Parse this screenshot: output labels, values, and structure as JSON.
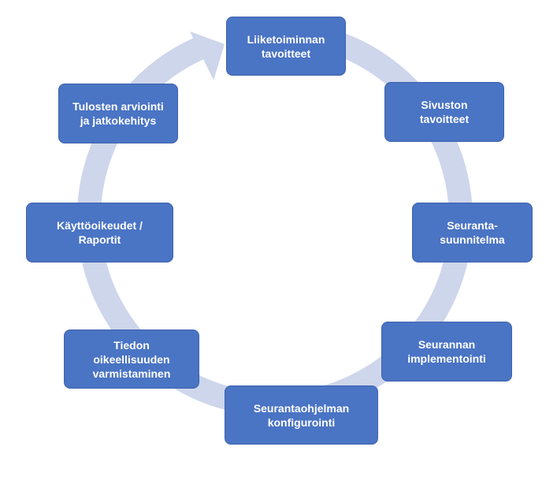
{
  "diagram": {
    "ring_color": "#ced6ec",
    "box_color": "#4a74c4",
    "text_color": "#ffffff",
    "steps": [
      {
        "lines": [
          "Liiketoiminnan",
          "tavoitteet"
        ]
      },
      {
        "lines": [
          "Sivuston",
          "tavoitteet"
        ]
      },
      {
        "lines": [
          "Seuranta-",
          "suunnitelma"
        ]
      },
      {
        "lines": [
          "Seurannan",
          "implementointi"
        ]
      },
      {
        "lines": [
          "Seurantaohjelman",
          "konfigurointi"
        ]
      },
      {
        "lines": [
          "Tiedon",
          "oikeellisuuden",
          "varmistaminen"
        ]
      },
      {
        "lines": [
          "Käyttöoikeudet /",
          "Raportit"
        ]
      },
      {
        "lines": [
          "Tulosten arviointi",
          "ja jatkokehitys"
        ]
      }
    ]
  }
}
